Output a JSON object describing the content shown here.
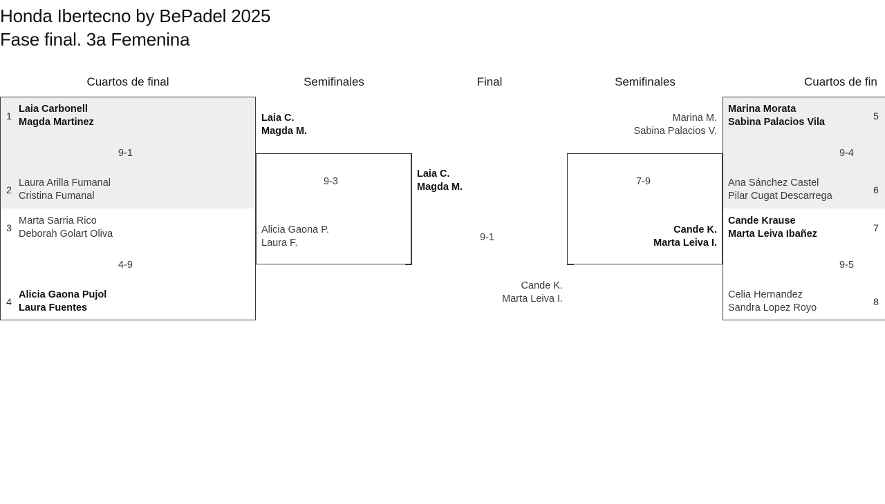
{
  "title": {
    "line1": "Honda Ibertecno by BePadel 2025",
    "line2": "Fase final. 3a Femenina"
  },
  "round_headers": {
    "qf_left": "Cuartos de final",
    "sf_left": "Semifinales",
    "final": "Final",
    "sf_right": "Semifinales",
    "qf_right": "Cuartos de fin"
  },
  "bracket": {
    "qf_left": [
      {
        "match_score": "9-1",
        "teams": [
          {
            "seed": "1",
            "p1": "Laia Carbonell",
            "p2": "Magda Martinez",
            "winner": true
          },
          {
            "seed": "2",
            "p1": "Laura Arilla Fumanal",
            "p2": "Cristina Fumanal",
            "winner": false
          }
        ]
      },
      {
        "match_score": "4-9",
        "teams": [
          {
            "seed": "3",
            "p1": "Marta Sarria Rico",
            "p2": "Deborah Golart Oliva",
            "winner": false
          },
          {
            "seed": "4",
            "p1": "Alicia Gaona Pujol",
            "p2": "Laura Fuentes",
            "winner": true
          }
        ]
      }
    ],
    "sf_left": [
      {
        "match_score": "9-3",
        "teams": [
          {
            "p1": "Laia C.",
            "p2": "Magda M.",
            "winner": true
          },
          {
            "p1": "Alicia Gaona P.",
            "p2": "Laura F.",
            "winner": false
          }
        ]
      }
    ],
    "final": [
      {
        "match_score": "9-1",
        "teams": [
          {
            "p1": "Laia C.",
            "p2": "Magda M.",
            "winner": true
          },
          {
            "p1": "Cande K.",
            "p2": "Marta Leiva I.",
            "winner": false
          }
        ]
      }
    ],
    "sf_right": [
      {
        "match_score": "7-9",
        "teams": [
          {
            "p1": "Marina M.",
            "p2": "Sabina Palacios V.",
            "winner": false
          },
          {
            "p1": "Cande K.",
            "p2": "Marta Leiva I.",
            "winner": true
          }
        ]
      }
    ],
    "qf_right": [
      {
        "match_score": "9-4",
        "teams": [
          {
            "seed": "5",
            "p1": "Marina Morata",
            "p2": "Sabina Palacios Vila",
            "winner": true
          },
          {
            "seed": "6",
            "p1": "Ana Sánchez Castel",
            "p2": "Pilar Cugat Descarrega",
            "winner": false
          }
        ]
      },
      {
        "match_score": "9-5",
        "teams": [
          {
            "seed": "7",
            "p1": "Cande Krause",
            "p2": "Marta Leiva Ibañez",
            "winner": true
          },
          {
            "seed": "8",
            "p1": "Celia Hernandez",
            "p2": "Sandra Lopez Royo",
            "winner": false
          }
        ]
      }
    ]
  },
  "colors": {
    "shaded_row": "#eeeeee",
    "border": "#3a3a3a",
    "text": "#3a3a3a",
    "winner_text": "#111111",
    "background": "#ffffff"
  }
}
